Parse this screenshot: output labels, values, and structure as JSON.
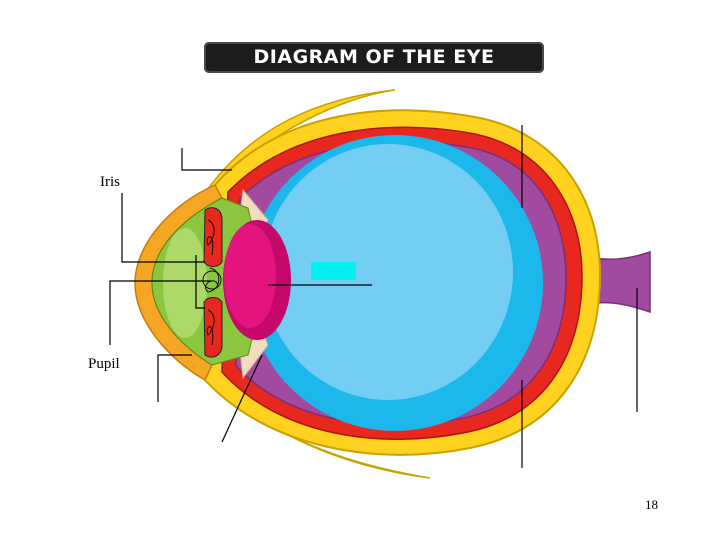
{
  "title": "DIAGRAM OF THE EYE",
  "labels": {
    "iris": "Iris",
    "pupil": "Pupil"
  },
  "page_number": "18",
  "colors": {
    "sclera_outer": "#ffd21f",
    "choroid": "#e8281f",
    "retina": "#a24aa0",
    "vitreous": "#1cb8ec",
    "vitreous_light": "#74cdf3",
    "lens": "#e4147e",
    "cornea": "#f5a623",
    "aqueous": "#8cc63f",
    "optic_nerve": "#a24aa0",
    "blank_box": "#00f0f0"
  }
}
